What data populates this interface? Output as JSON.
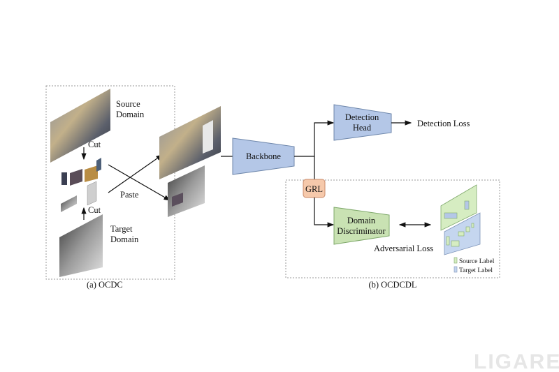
{
  "panel_a": {
    "source_label_1": "Source",
    "source_label_2": "Domain",
    "target_label_1": "Target",
    "target_label_2": "Domain",
    "cut_top": "Cut",
    "cut_bottom": "Cut",
    "paste": "Paste",
    "caption": "(a) OCDC"
  },
  "network": {
    "backbone": "Backbone",
    "detection_head_1": "Detection",
    "detection_head_2": "Head",
    "detection_loss": "Detection Loss"
  },
  "panel_b": {
    "grl": "GRL",
    "discriminator_1": "Domain",
    "discriminator_2": "Discriminator",
    "adversarial_loss": "Adversarial Loss",
    "legend_source": "Source Label",
    "legend_target": "Target Label",
    "caption": "(b) OCDCDL"
  },
  "colors": {
    "blue_module": "#b4c7e7",
    "green_module": "#c9e2b3",
    "grl": "#f6c9ab"
  },
  "watermark": "LIGARE"
}
